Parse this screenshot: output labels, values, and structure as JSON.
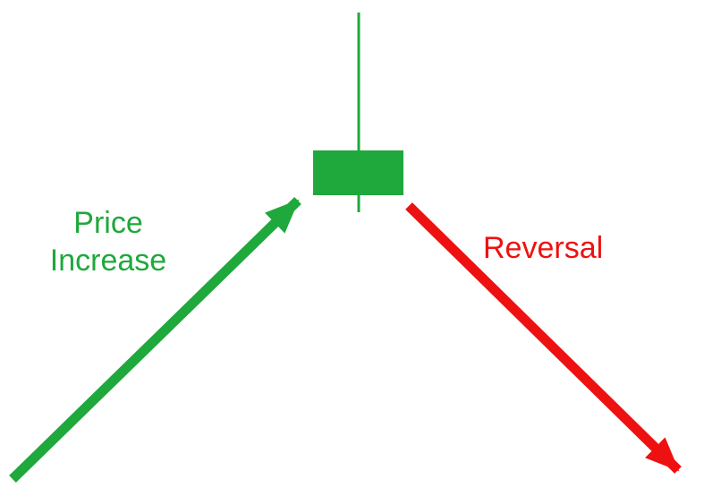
{
  "diagram": {
    "colors": {
      "green": "#1fa83c",
      "red": "#ee1111",
      "background": "#ffffff"
    },
    "labels": {
      "price_increase_line1": "Price",
      "price_increase_line2": "Increase",
      "reversal": "Reversal"
    }
  }
}
